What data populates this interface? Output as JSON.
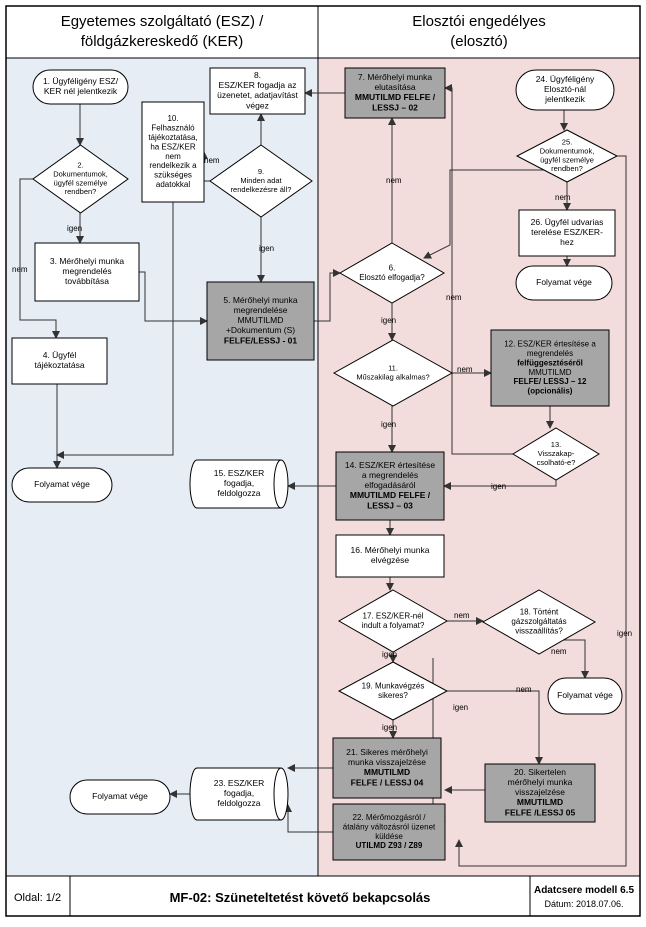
{
  "header": {
    "left_lines": [
      "Egyetemes szolgáltató (ESZ) /",
      "földgázkereskedő (KER)"
    ],
    "right_lines": [
      "Elosztói engedélyes",
      "(elosztó)"
    ]
  },
  "footer": {
    "page": "Oldal: 1/2",
    "title": "MF-02: Szüneteltetést követő bekapcsolás",
    "model": "Adatcsere modell 6.5",
    "date": "Dátum: 2018.07.06."
  },
  "colors": {
    "left_lane": "#e6edf5",
    "right_lane": "#f3dcdc",
    "dark_box": "#a6a6a6",
    "border": "#000000",
    "arrow": "#333333"
  },
  "nodes": [
    {
      "id": "n1",
      "kind": "rounded",
      "lines": [
        "1. Ügyféligény ESZ/",
        "KER nél jelentkezik"
      ]
    },
    {
      "id": "n2",
      "kind": "diamond",
      "lines": [
        "2.",
        "Dokumentumok,",
        "ügyfél személye",
        "rendben?"
      ]
    },
    {
      "id": "n3",
      "kind": "box",
      "lines": [
        "3. Mérőhelyi munka",
        "megrendelés",
        "továbbítása"
      ]
    },
    {
      "id": "n4",
      "kind": "box",
      "lines": [
        "4. Ügyfél",
        "tájékoztatása"
      ]
    },
    {
      "id": "end_left",
      "kind": "rounded",
      "lines": [
        "Folyamat vége"
      ]
    },
    {
      "id": "n8",
      "kind": "box",
      "lines": [
        "8.",
        "ESZ/KER fogadja az",
        "üzenetet, adatjavítást",
        "végez"
      ]
    },
    {
      "id": "n9",
      "kind": "diamond",
      "lines": [
        "9.",
        "Minden adat",
        "rendelkezésre áll?"
      ]
    },
    {
      "id": "n10",
      "kind": "box",
      "lines": [
        "10.",
        "Felhasználó",
        "tájékoztatása,",
        "ha ESZ/KER",
        "nem",
        "rendelkezik a",
        "szükséges",
        "adatokkal"
      ]
    },
    {
      "id": "n5",
      "kind": "dark",
      "lines": [
        "5. Mérőhelyi munka",
        "megrendelése",
        "MMUTILMD",
        "+Dokumentum (S)",
        "FELFE/LESSJ - 01"
      ],
      "bold": [
        4
      ]
    },
    {
      "id": "n7",
      "kind": "dark",
      "lines": [
        "7. Mérőhelyi munka",
        "elutasítása",
        "MMUTILMD FELFE /",
        "LESSJ – 02"
      ],
      "bold": [
        2,
        3
      ]
    },
    {
      "id": "n6",
      "kind": "diamond",
      "lines": [
        "6.",
        "Elosztó elfogadja?"
      ]
    },
    {
      "id": "n11",
      "kind": "diamond",
      "lines": [
        "11.",
        "Műszakilag alkalmas?"
      ]
    },
    {
      "id": "n12",
      "kind": "dark",
      "lines": [
        "12. ESZ/KER értesítése a",
        "megrendelés",
        "felfüggesztéséről",
        "MMUTILMD",
        "FELFE/ LESSJ – 12",
        "(opcionális)"
      ],
      "bold": [
        2,
        4,
        5
      ]
    },
    {
      "id": "n13",
      "kind": "diamond",
      "lines": [
        "13.",
        "Visszakap-",
        "csolható-e?"
      ]
    },
    {
      "id": "n14",
      "kind": "dark",
      "lines": [
        "14. ESZ/KER értesítése",
        "a megrendelés",
        "elfogadásáról",
        "MMUTILMD FELFE /",
        "LESSJ – 03"
      ],
      "bold": [
        3,
        4
      ]
    },
    {
      "id": "n15",
      "kind": "cylinder",
      "lines": [
        "15. ESZ/KER",
        "fogadja,",
        "feldolgozza"
      ]
    },
    {
      "id": "n16",
      "kind": "box",
      "lines": [
        "16. Mérőhelyi munka",
        "elvégzése"
      ]
    },
    {
      "id": "n17",
      "kind": "diamond",
      "lines": [
        "17. ESZ/KER-nél",
        "indult a folyamat?"
      ]
    },
    {
      "id": "n18",
      "kind": "diamond",
      "lines": [
        "18. Történt",
        "gázszolgáltatás",
        "visszaállítás?"
      ]
    },
    {
      "id": "end_r1",
      "kind": "rounded",
      "lines": [
        "Folyamat vége"
      ]
    },
    {
      "id": "n19",
      "kind": "diamond",
      "lines": [
        "19. Munkavégzés",
        "sikeres?"
      ]
    },
    {
      "id": "n21",
      "kind": "dark",
      "lines": [
        "21. Sikeres mérőhelyi",
        "munka visszajelzése",
        "MMUTILMD",
        "FELFE / LESSJ 04"
      ],
      "bold": [
        2,
        3
      ]
    },
    {
      "id": "n20",
      "kind": "dark",
      "lines": [
        "20. Sikertelen",
        "mérőhelyi munka",
        "visszajelzése",
        "MMUTILMD",
        "FELFE /LESSJ 05"
      ],
      "bold": [
        3,
        4
      ]
    },
    {
      "id": "n22",
      "kind": "dark",
      "lines": [
        "22. Mérőmozgásról /",
        "átalány változásról üzenet",
        "küldése",
        "UTILMD Z93 / Z89"
      ],
      "bold": [
        3
      ]
    },
    {
      "id": "n23",
      "kind": "cylinder",
      "lines": [
        "23. ESZ/KER",
        "fogadja,",
        "feldolgozza"
      ]
    },
    {
      "id": "end_bl",
      "kind": "rounded",
      "lines": [
        "Folyamat vége"
      ]
    },
    {
      "id": "n24",
      "kind": "rounded",
      "lines": [
        "24. Ügyféligény",
        "Elosztó-nál",
        "jelentkezik"
      ]
    },
    {
      "id": "n25",
      "kind": "diamond",
      "lines": [
        "25.",
        "Dokumentumok,",
        "ügyfél személye",
        "rendben?"
      ]
    },
    {
      "id": "n26",
      "kind": "box",
      "lines": [
        "26. Ügyfél udvarias",
        "terelése ESZ/KER-",
        "hez"
      ]
    },
    {
      "id": "end_r2",
      "kind": "rounded",
      "lines": [
        "Folyamat vége"
      ]
    }
  ],
  "edge_labels": {
    "igen": "igen",
    "nem": "nem"
  }
}
